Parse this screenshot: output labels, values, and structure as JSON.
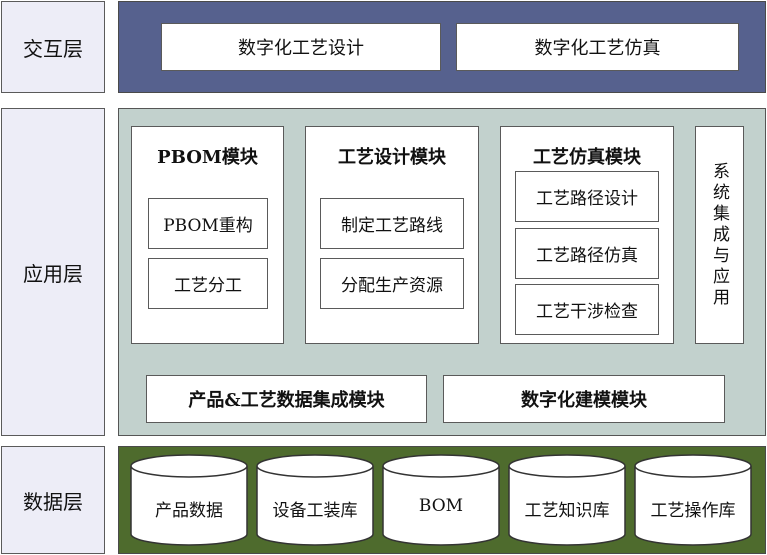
{
  "layers": {
    "interaction": "交互层",
    "application": "应用层",
    "data": "数据层"
  },
  "interaction_items": [
    "数字化工艺设计",
    "数字化工艺仿真"
  ],
  "modules": {
    "pbom": {
      "title": "PBOM模块",
      "items": [
        "PBOM重构",
        "工艺分工"
      ]
    },
    "design": {
      "title": "工艺设计模块",
      "items": [
        "制定工艺路线",
        "分配生产资源"
      ]
    },
    "simulation": {
      "title": "工艺仿真模块",
      "items": [
        "工艺路径设计",
        "工艺路径仿真",
        "工艺干涉检查"
      ]
    },
    "integration": "系统集成与应用"
  },
  "app_bottom": [
    "产品&工艺数据集成模块",
    "数字化建模模块"
  ],
  "databases": [
    "产品数据",
    "设备工装库",
    "BOM",
    "工艺知识库",
    "工艺操作库"
  ],
  "colors": {
    "interaction_band": "#56618e",
    "application_band": "#c2d1cd",
    "data_band": "#4e6b2d",
    "layer_label_bg": "#ededf7"
  }
}
